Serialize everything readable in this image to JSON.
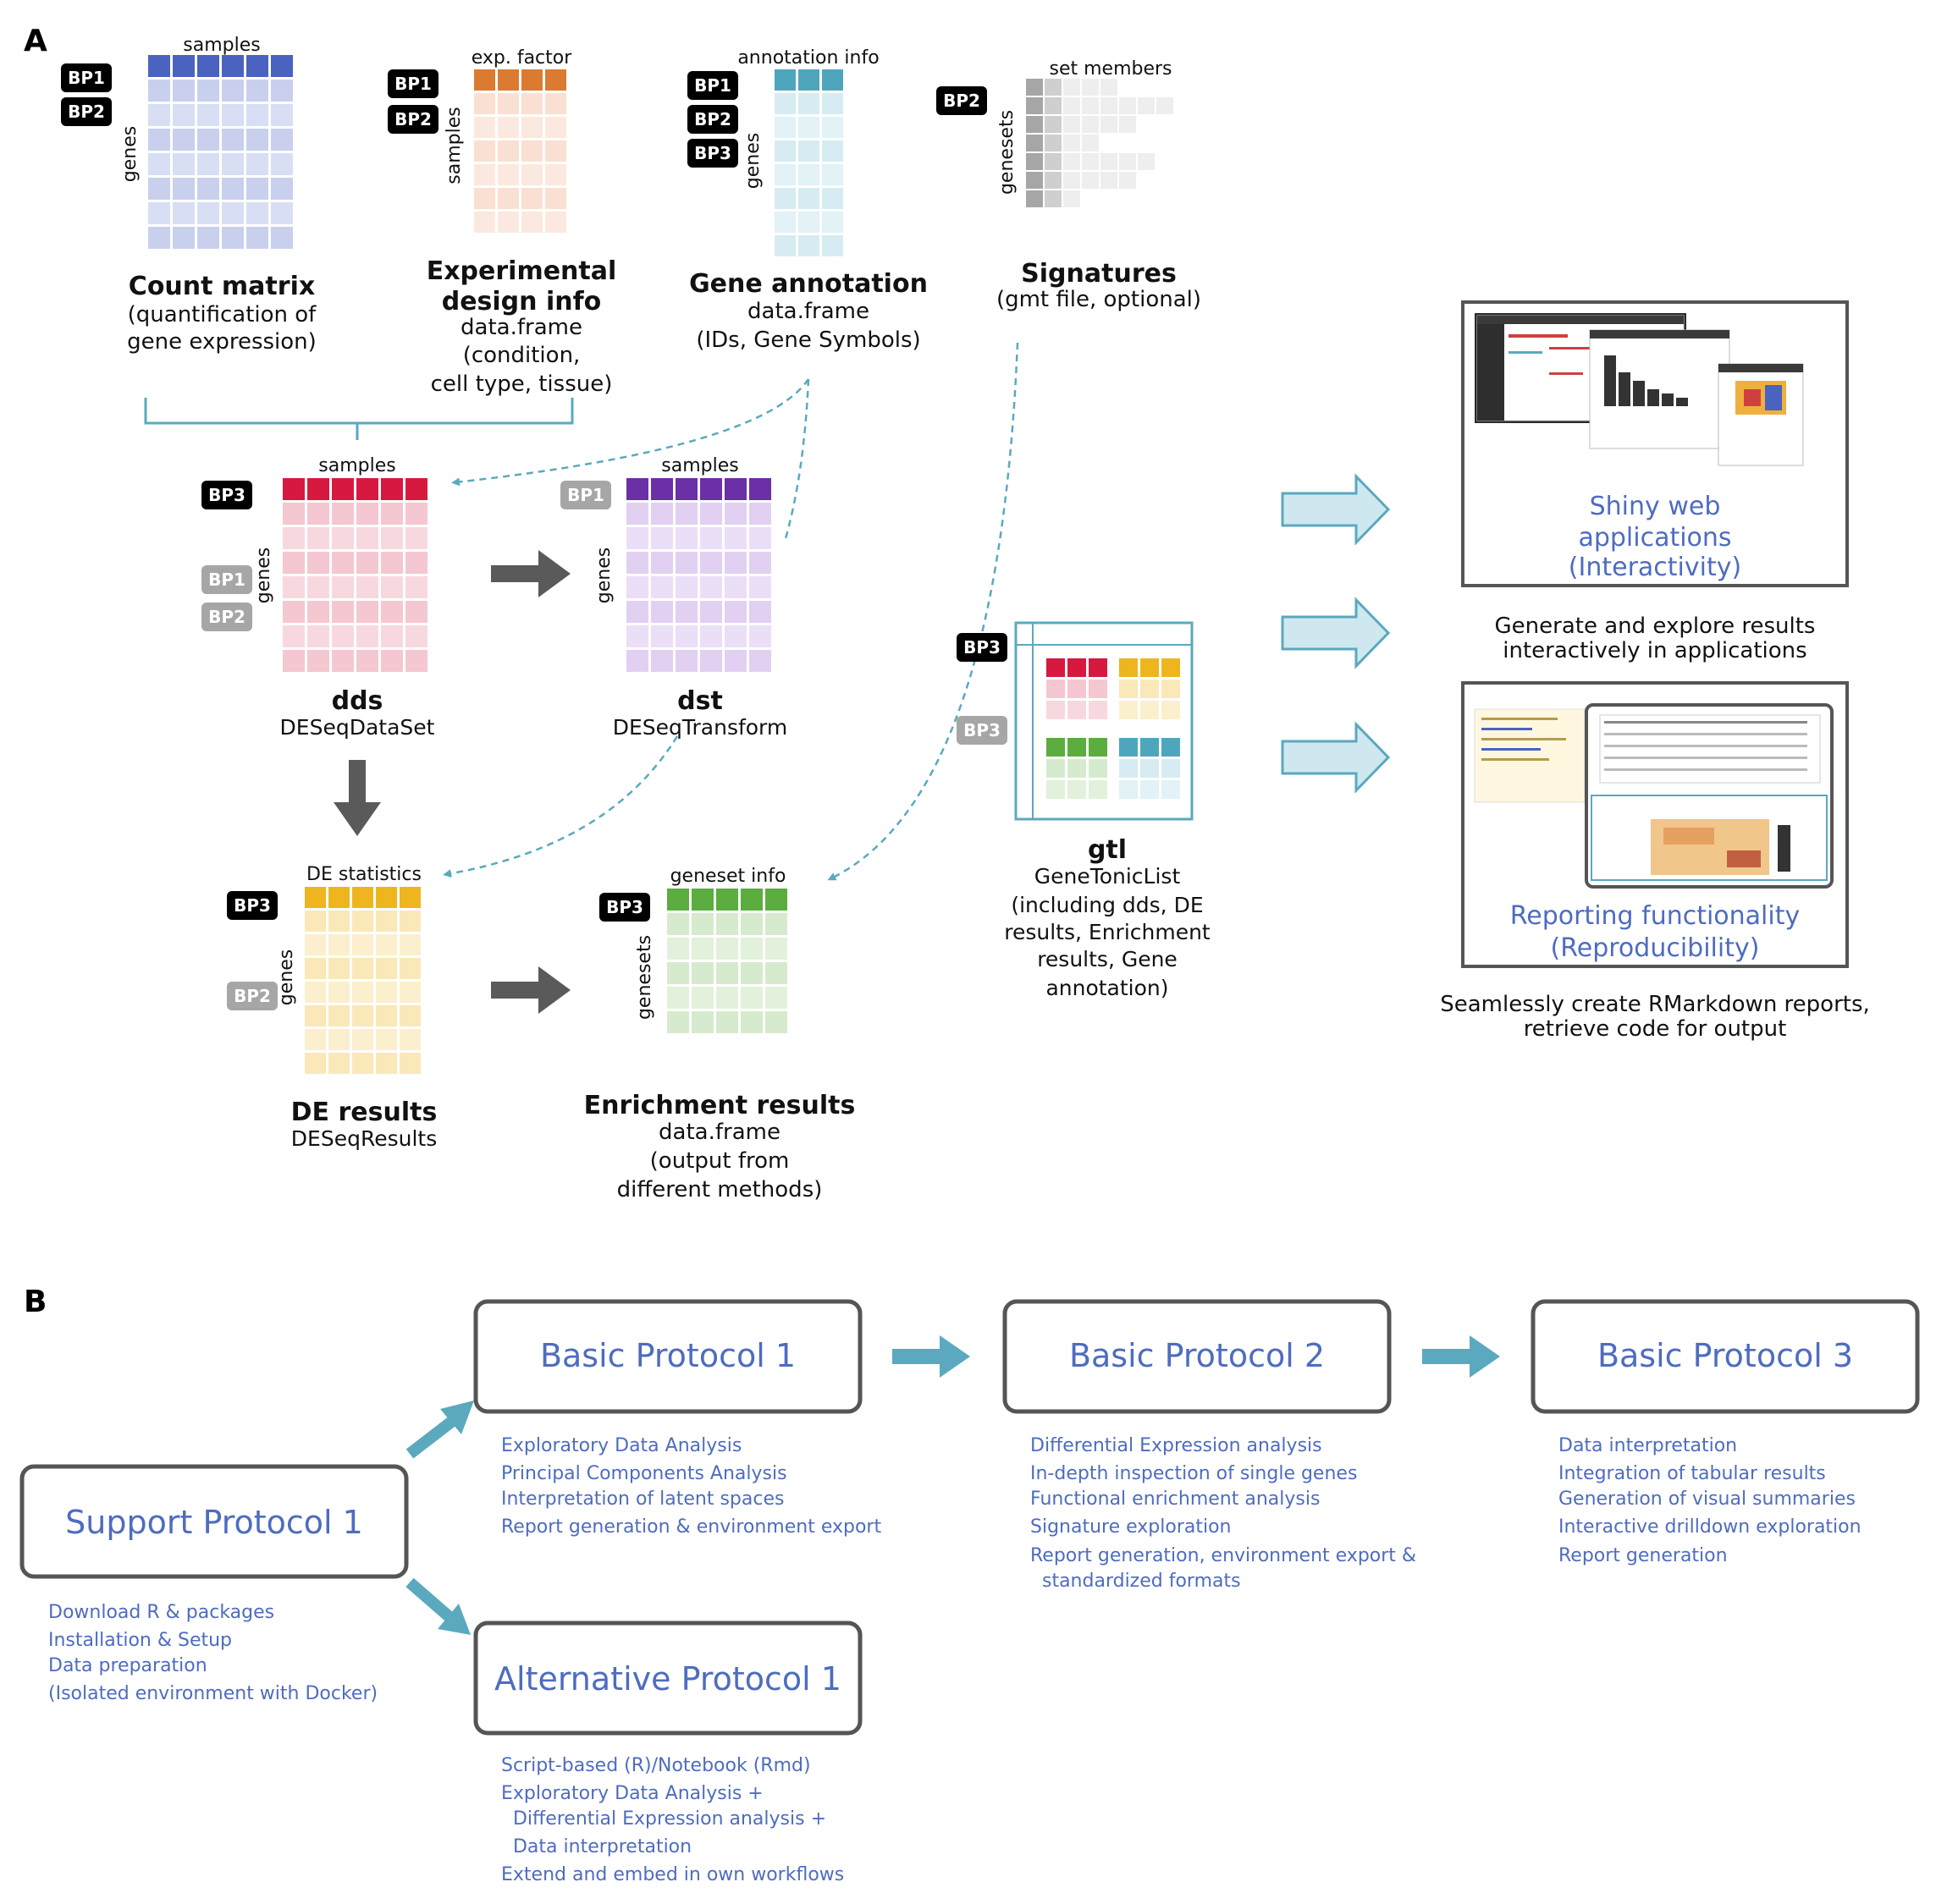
{
  "panels": {
    "a": "A",
    "b": "B"
  },
  "colors": {
    "count": [
      "#4a63c0",
      "#c8d0ee"
    ],
    "design": [
      "#db7b31",
      "#f9e0d2"
    ],
    "annotation": [
      "#4ea6bd",
      "#d6ecf2"
    ],
    "signatures": [
      "#a6a6a6",
      "#eeeeee"
    ],
    "dds": [
      "#d7193f",
      "#f5c7d1"
    ],
    "dst": [
      "#6b2fa6",
      "#e2d0f3"
    ],
    "de": [
      "#efb51e",
      "#fbe8b8"
    ],
    "enrich": [
      "#5aad3e",
      "#d6ebcd"
    ],
    "arrow": "#5aa9bf",
    "protocol_text": "#4e6cc0",
    "box_border": "#555555",
    "badge_dark": "#000000",
    "badge_light": "#a6a6a6"
  },
  "badges": {
    "bp1": "BP1",
    "bp2": "BP2",
    "bp3": "BP3"
  },
  "axis_labels": {
    "samples": "samples",
    "genes": "genes",
    "exp_factor": "exp. factor",
    "annotation_info": "annotation info",
    "set_members": "set members",
    "genesets": "genesets",
    "de_statistics": "DE statistics",
    "geneset_info": "geneset info"
  },
  "inputs": {
    "count": {
      "title": "Count matrix",
      "desc": [
        "(quantification of",
        "gene expression)"
      ]
    },
    "design": {
      "title": [
        "Experimental",
        "design info"
      ],
      "desc": [
        "data.frame",
        "(condition,",
        "cell type, tissue)"
      ]
    },
    "annotation": {
      "title": "Gene annotation",
      "desc": [
        "data.frame",
        "(IDs, Gene Symbols)"
      ]
    },
    "signatures": {
      "title": "Signatures",
      "desc": [
        "(gmt file, optional)"
      ]
    }
  },
  "objects": {
    "dds": {
      "title": "dds",
      "desc": "DESeqDataSet"
    },
    "dst": {
      "title": "dst",
      "desc": "DESeqTransform"
    },
    "de": {
      "title": "DE results",
      "desc": "DESeqResults"
    },
    "enrich": {
      "title": "Enrichment results",
      "desc": [
        "data.frame",
        "(output from",
        "different methods)"
      ]
    },
    "gtl": {
      "title": "gtl",
      "desc": [
        "GeneTonicList",
        "(including dds, DE",
        "results, Enrichment",
        "results, Gene",
        "annotation)"
      ]
    }
  },
  "outputs": {
    "shiny": {
      "label": [
        "Shiny web",
        "applications",
        "(Interactivity)"
      ],
      "caption": [
        "Generate and explore results",
        "interactively in applications"
      ]
    },
    "report": {
      "label": [
        "Reporting functionality",
        "(Reproducibility)"
      ],
      "caption": [
        "Seamlessly create RMarkdown reports,",
        "retrieve code for output"
      ]
    }
  },
  "protocols": {
    "support1": {
      "title": "Support Protocol 1",
      "items": [
        "Download R & packages",
        "Installation & Setup",
        "Data preparation",
        "(Isolated environment with Docker)"
      ]
    },
    "basic1": {
      "title": "Basic Protocol 1",
      "items": [
        "Exploratory Data Analysis",
        "Principal Components Analysis",
        "Interpretation of latent spaces",
        "Report generation & environment export"
      ]
    },
    "basic2": {
      "title": "Basic Protocol 2",
      "items": [
        "Differential Expression analysis",
        "In-depth inspection of single genes",
        "Functional enrichment analysis",
        "Signature exploration",
        "Report generation, environment export &",
        "  standardized formats"
      ]
    },
    "basic3": {
      "title": "Basic Protocol 3",
      "items": [
        "Data interpretation",
        "Integration of tabular results",
        "Generation of visual summaries",
        "Interactive drilldown exploration",
        "Report generation"
      ]
    },
    "alt1": {
      "title": "Alternative Protocol 1",
      "items": [
        "Script-based (R)/Notebook (Rmd)",
        "Exploratory Data Analysis +",
        "  Differential Expression analysis +",
        "  Data interpretation",
        "Extend and embed in own workflows"
      ]
    }
  }
}
